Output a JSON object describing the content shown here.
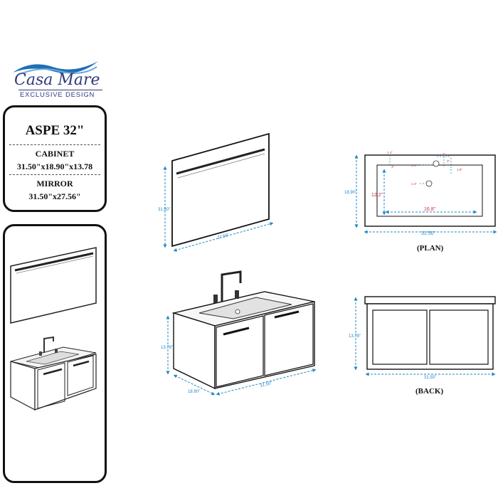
{
  "brand": {
    "name": "Casa Mare",
    "tagline": "EXCLUSIVE DESIGN",
    "colors": {
      "wave": "#1f6fb5",
      "text": "#2e3a7c"
    }
  },
  "spec": {
    "model": "ASPE 32\"",
    "cabinet_label": "CABINET",
    "cabinet_dims": "31.50\"x18.90\"x13.78",
    "mirror_label": "MIRROR",
    "mirror_dims": "31.50\"x27.56\""
  },
  "mirror_drawing": {
    "height": "31.50\"",
    "width": "27.56\""
  },
  "cabinet_drawing": {
    "height": "13.78\"",
    "depth": "18.90\"",
    "width": "31.50\""
  },
  "plan_drawing": {
    "caption": "(PLAN)",
    "depth": "18.90\"",
    "width": "31.50\"",
    "basin_depth": "12.2\"",
    "basin_width": "16.8\"",
    "dims": [
      "1.4\"",
      "3\"",
      "1.4\"",
      "2\"",
      "3\"",
      "1.8\"",
      "1.4\""
    ]
  },
  "back_drawing": {
    "caption": "(BACK)",
    "height": "13.78\"",
    "width": "31.50\""
  },
  "dimension_color": "#1e88c8"
}
